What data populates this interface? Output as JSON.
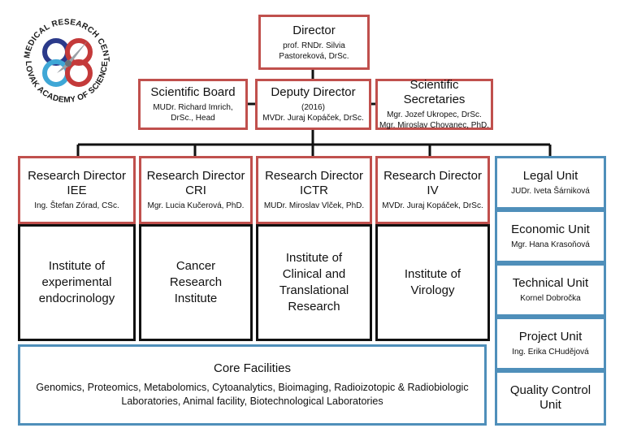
{
  "logo": {
    "top_text": "BIOMEDICAL RESEARCH CENTER",
    "bottom_text": "SLOVAK ACADEMY OF SCIENCES"
  },
  "director": {
    "title": "Director",
    "name_line1": "prof. RNDr. Silvia",
    "name_line2": "Pastoreková, DrSc."
  },
  "scientific_board": {
    "title": "Scientific Board",
    "name_line1": "MUDr. Richard Imrich,",
    "name_line2": "DrSc., Head"
  },
  "deputy_director": {
    "title": "Deputy Director",
    "year": "(2016)",
    "name": "MVDr. Juraj Kopáček, DrSc."
  },
  "scientific_secretaries": {
    "title": "Scientific Secretaries",
    "name_line1": "Mgr. Jozef Ukropec, DrSc.",
    "name_line2": "Mgr. Miroslav Chovanec, PhD."
  },
  "research_directors": [
    {
      "title_line1": "Research Director",
      "title_line2": "IEE",
      "name": "Ing. Štefan Zórad, CSc."
    },
    {
      "title_line1": "Research Director",
      "title_line2": "CRI",
      "name": "Mgr. Lucia Kučerová, PhD."
    },
    {
      "title_line1": "Research Director",
      "title_line2": "ICTR",
      "name": "MUDr. Miroslav Vlček, PhD."
    },
    {
      "title_line1": "Research Director",
      "title_line2": "IV",
      "name": "MVDr. Juraj Kopáček, DrSc."
    }
  ],
  "institutes": [
    {
      "lines": [
        "Institute of",
        "experimental",
        "endocrinology"
      ]
    },
    {
      "lines": [
        "Cancer",
        "Research",
        "Institute"
      ]
    },
    {
      "lines": [
        "Institute of",
        "Clinical and",
        "Translational",
        "Research"
      ]
    },
    {
      "lines": [
        "Institute of",
        "Virology"
      ]
    }
  ],
  "core_facilities": {
    "title": "Core Facilities",
    "line1": "Genomics, Proteomics, Metabolomics, Cytoanalytics, Bioimaging, Radioizotopic & Radiobiologic",
    "line2": "Laboratories, Animal facility, Biotechnological Laboratories"
  },
  "units": [
    {
      "title": "Legal Unit",
      "name": "JUDr. Iveta Šárniková"
    },
    {
      "title": "Economic Unit",
      "name": "Mgr. Hana Krasoňová"
    },
    {
      "title": "Technical Unit",
      "name": "Kornel Dobročka"
    },
    {
      "title": "Project Unit",
      "name": "Ing. Erika CHudějová"
    },
    {
      "title_line1": "Quality Control",
      "title_line2": "Unit"
    }
  ],
  "colors": {
    "management_border": "#c0504d",
    "support_border": "#4f8fba",
    "institute_border": "#111111"
  }
}
